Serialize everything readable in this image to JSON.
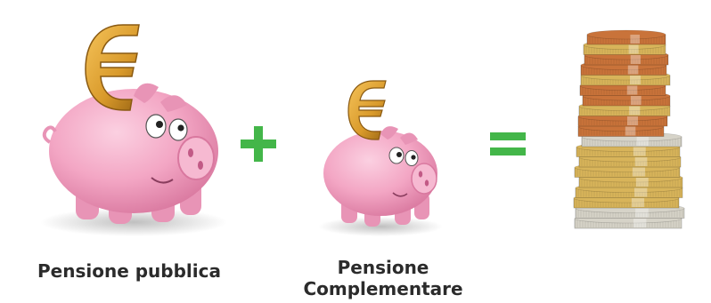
{
  "terms": [
    {
      "label_lines": [
        "Pensione pubblica"
      ]
    },
    {
      "label_lines": [
        "Pensione",
        "Complementare"
      ]
    }
  ],
  "operators": {
    "plus": "+",
    "equals": "="
  },
  "colors": {
    "operator": "#43b649",
    "pig_body": "#f3a6c4",
    "pig_shade": "#d9789f",
    "euro_gold": "#d99a2b",
    "coin_gold": "#d8b45a",
    "coin_copper": "#c9733a",
    "coin_silver": "#d6d3c8"
  },
  "icons": [
    "piggy-bank-icon",
    "euro-icon",
    "coin-stack-icon"
  ]
}
